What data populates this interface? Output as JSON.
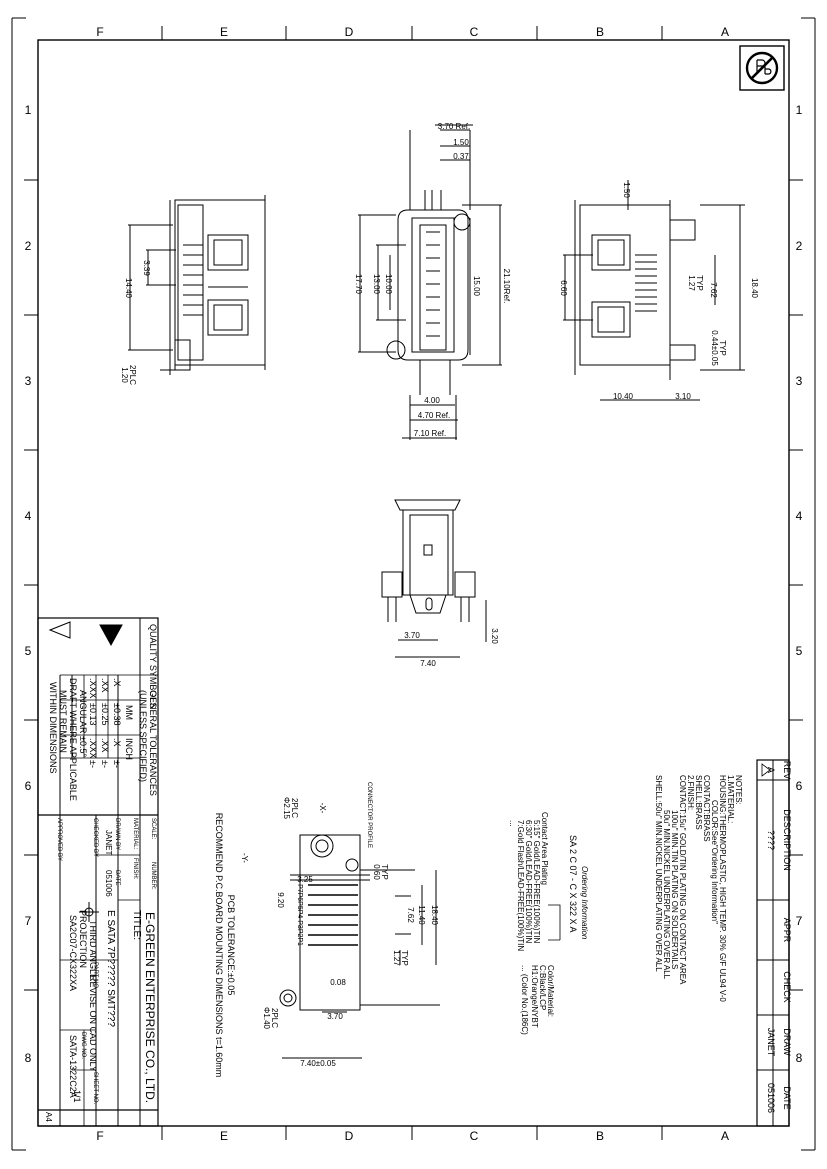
{
  "frame": {
    "zones_top": [
      "F",
      "E",
      "D",
      "C",
      "B",
      "A"
    ],
    "zones_bottom": [
      "F",
      "E",
      "D",
      "C",
      "B",
      "A"
    ],
    "rows_left": [
      "1",
      "2",
      "3",
      "4",
      "5",
      "6",
      "7",
      "8"
    ],
    "rows_right": [
      "1",
      "2",
      "3",
      "4",
      "5",
      "6",
      "7",
      "8"
    ]
  },
  "view_left": {
    "dims": [
      "14.40",
      "3.39",
      "1.20",
      "2PLC"
    ]
  },
  "view_front": {
    "dims": [
      "3.70 Ref.",
      "1.50",
      "0.37",
      "17.70",
      "13.00",
      "10.00",
      "15.00",
      "21.10Ref.",
      "4.00",
      "4.70 Ref.",
      "7.10 Ref."
    ]
  },
  "view_right": {
    "dims": [
      "1.50",
      "6.60",
      "1.27",
      "TYP",
      "7.62",
      "18.40",
      "0.44±0.05",
      "TYP",
      "10.40",
      "3.10"
    ]
  },
  "view_bottom": {
    "dims": [
      "3.70",
      "7.40",
      "3.20"
    ]
  },
  "pcb": {
    "title": "RECOMMEND P.C.BOARD MOUNTING DIMENSIONS t=1.60mm",
    "subtitle": "PCB TOLERANCE:±0.05",
    "x_axis": "-X-",
    "y_axis": "-Y-",
    "connector_profile": "CONNECTOR PROFILE",
    "hole_top": [
      "Φ2.15",
      "2PLC"
    ],
    "hole_bottom": [
      "Φ1.40",
      "2PLC"
    ],
    "pins": "P7P6P5P4 P3P2P1",
    "dims": [
      "3.25",
      "0.60",
      "TYP",
      "9.20",
      "7.62",
      "11.40",
      "18.40",
      "1.27",
      "TYP",
      "0.08",
      "3.70",
      "7.40±0.05"
    ]
  },
  "notes": {
    "heading": "NOTES:",
    "lines": [
      "1.MATERIAL:",
      "HOUSING:THERMOPLASTIC, HIGH TEMP. 30% G/F UL94 V-0",
      "COLOR:See\"Ordering Information\"",
      "CONTACT:BRASS",
      "SHELL:BRASS",
      "2.FINISH:",
      "CONTACT:15u\" GOLD/TIN PLATING ON CONTACT AREA",
      "100u\" MIN.TIN PLATING ON SOLDERTAILS",
      "50u\" MIN.NICKEL UNDERPLATING OVER ALL",
      "SHELL:50u\" MIN.NICKEL UNDERPLATING OVER ALL"
    ]
  },
  "ordering": {
    "heading": "Ordering Information",
    "code": "SA 2 C 07 - C X 322 X A",
    "plating_heading": "Contact Area Plating",
    "plating": [
      "5:15\" Gold/LEAD-FREE(100%)TIN",
      "6:30\" Gold/LEAD-FREE(100%)TIN",
      "7:Gold Flash/LEAD-FREE(100%)TIN",
      "..."
    ],
    "color_heading": "Color/Material:",
    "colors": [
      "C:Black/LCP",
      "H1:Orange/NYBT",
      "... (Color No.(186C)"
    ]
  },
  "revision": {
    "headers": [
      "REV",
      "DESCRIPTION",
      "APPR",
      "CHECK",
      "DRAW",
      "DATE"
    ],
    "row": [
      "A",
      "????",
      "",
      "",
      "JANET",
      "051006"
    ]
  },
  "title_block": {
    "quality_symbols": "QUALITY SYMBOLS",
    "tolerance_heading": "GENERAL TOLERANCES",
    "tolerance_sub": "(UNLESS SPECIFIED)",
    "tol_headers": [
      "",
      "MM",
      "",
      "INCH"
    ],
    "tol_rows": [
      [
        ".X",
        "±0.38",
        ".X",
        "±-"
      ],
      [
        ".XX",
        "±0.25",
        ".XX",
        "±-"
      ],
      [
        ".XXX",
        "±0.13",
        ".XXX",
        "±-"
      ]
    ],
    "angular": "ANGULAR ±0.5°",
    "draft": [
      "DRAFT WHERE APPLICABLE",
      "MUST REMAIN",
      "WITHIN DIMENSIONS"
    ],
    "scale_label": "SCALE:",
    "material_label": "MATERIAL:",
    "finish_label": "FINISH:",
    "drawn_by_label": "DRAWN BY",
    "drawn_by": "JANET",
    "date_label": "DATE",
    "date": "051006",
    "checked_by_label": "CHECKED BY",
    "approved_by_label": "APPROVED BY",
    "number_label": "NUMBER:",
    "company": "E-GREEN ENTERPRISE CO., LTD.",
    "title_label": "TITLE:",
    "title": "E SATA 7P?????  SMT???",
    "projection": [
      "THIRD ANGLE",
      "PROJECTION"
    ],
    "revise": "REVISE ON CAD ONLY",
    "part_no_label": "PART NO.",
    "part_no": "SA2C07-CX322XA",
    "dwg_no_label": "DWG NO.",
    "dwg_no": "SATA-1322C2A",
    "sheet_label": "SHEET NO.",
    "sheet": "1/1",
    "size": "A4"
  }
}
